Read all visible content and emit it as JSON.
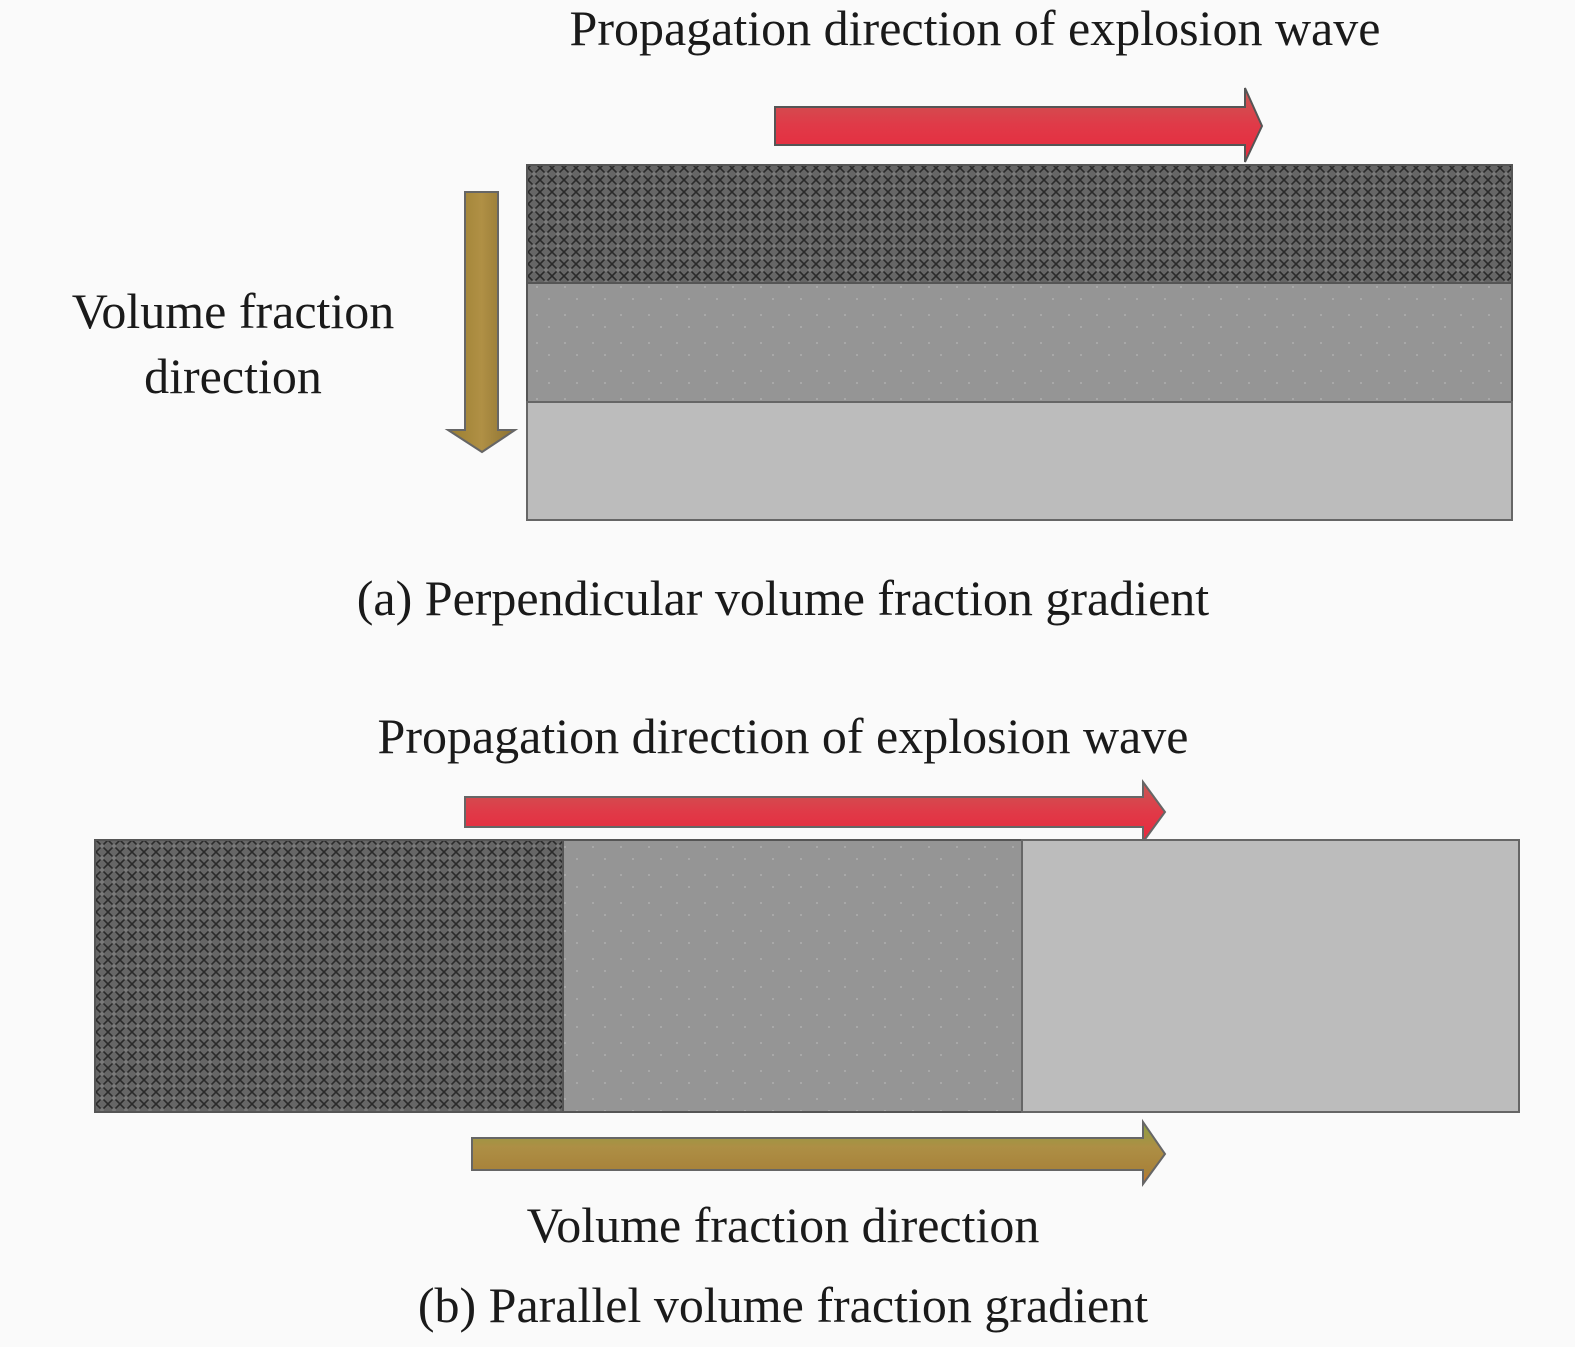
{
  "panel_a": {
    "wave_label": "Propagation direction of explosion wave",
    "volume_label_line1": "Volume fraction",
    "volume_label_line2": "direction",
    "caption": "(a) Perpendicular volume fraction gradient",
    "layers": [
      "crosshatch-dark",
      "dotted-medium",
      "plain-light"
    ]
  },
  "panel_b": {
    "wave_label": "Propagation direction of explosion wave",
    "volume_label": "Volume fraction direction",
    "caption": "(b) Parallel volume fraction gradient",
    "layers": [
      "crosshatch-dark",
      "dotted-medium",
      "plain-light"
    ]
  },
  "colors": {
    "wave_arrow": "#e03848",
    "volume_arrow": "#a8893a",
    "dark_layer": "#5a5a5a",
    "medium_layer": "#959595",
    "light_layer": "#bcbcbc"
  }
}
